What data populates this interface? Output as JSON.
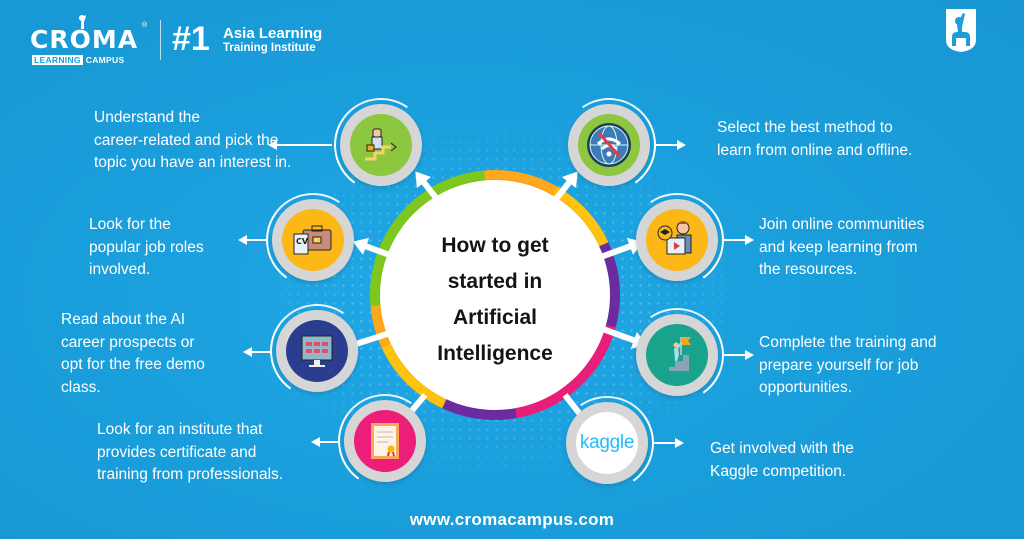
{
  "header": {
    "brand_name": "CROMA",
    "brand_registered": "®",
    "brand_sub_boxed": "LEARNING",
    "brand_sub": "CAMPUS",
    "rank": "#1",
    "tagline_line1": "Asia Learning",
    "tagline_line2": "Training Institute",
    "corner_logo": "croma-figure-logo"
  },
  "center": {
    "title_lines": [
      "How to get",
      "started in",
      "Artificial",
      "Intelligence"
    ]
  },
  "colors": {
    "background": "#1a9fdc",
    "green": "#7dc71e",
    "orange": "#ffa81e",
    "yellow": "#ffc20e",
    "purple": "#6a2c9e",
    "pink": "#e91e78",
    "teal": "#1aa38c",
    "navy": "#2a3d8f"
  },
  "steps_left": [
    {
      "icon": "career-stairs-icon",
      "color": "#8dc63f",
      "lines": [
        "Understand the",
        "career-related and pick the",
        "topic you have an interest in."
      ]
    },
    {
      "icon": "cv-briefcase-icon",
      "color": "#fbb817",
      "lines": [
        "Look for the",
        "popular job roles",
        "involved."
      ]
    },
    {
      "icon": "monitor-dashboard-icon",
      "color": "#2a3d8f",
      "lines": [
        "Read about the AI",
        "career prospects or",
        "opt for the free demo",
        "class."
      ]
    },
    {
      "icon": "certificate-icon",
      "color": "#ed1e79",
      "lines": [
        "Look for an institute that",
        "provides certificate and",
        "training from professionals."
      ]
    }
  ],
  "steps_right": [
    {
      "icon": "globe-wifi-off-icon",
      "color": "#8dc63f",
      "lines": [
        "Select the best method to",
        "learn from online and offline."
      ]
    },
    {
      "icon": "online-learning-icon",
      "color": "#fbb817",
      "lines": [
        "Join online communities",
        "and keep learning from",
        "the resources."
      ]
    },
    {
      "icon": "flag-summit-icon",
      "color": "#1aa38c",
      "lines": [
        "Complete the training and",
        "prepare yourself for job",
        "opportunities."
      ]
    },
    {
      "icon": "kaggle-logo",
      "color": "#ffffff",
      "logo_text": "kaggle",
      "lines": [
        "Get involved with the",
        "Kaggle competition."
      ]
    }
  ],
  "footer": {
    "url": "www.cromacampus.com"
  }
}
